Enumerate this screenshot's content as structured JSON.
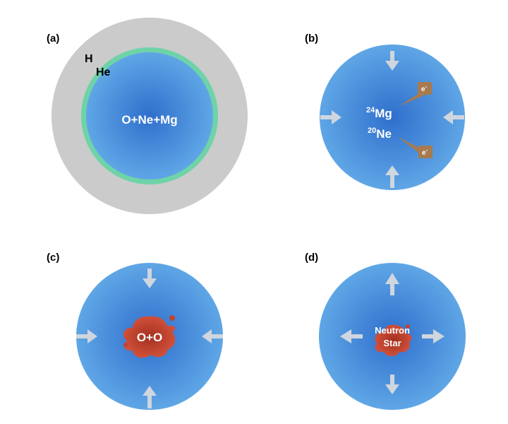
{
  "panels": {
    "a": {
      "label": "(a)",
      "outer_layer": "H",
      "inner_layer": "He",
      "core": "O+Ne+Mg"
    },
    "b": {
      "label": "(b)",
      "isotope1_mass": "24",
      "isotope1_symbol": "Mg",
      "isotope2_mass": "20",
      "isotope2_symbol": "Ne",
      "electron": "e",
      "electron_charge": "-"
    },
    "c": {
      "label": "(c)",
      "center": "O+O"
    },
    "d": {
      "label": "(d)",
      "center_line1": "Neutron",
      "center_line2": "Star"
    }
  },
  "colors": {
    "hydrogen_envelope": "#cbcbcb",
    "helium_shell": "#6fd3a8",
    "core_center": "#2f6fcc",
    "core_edge": "#5fa6e6",
    "arrow": "#cfd6de",
    "electron_box": "#a87a4f",
    "burning_red": "#c0432f"
  },
  "icons": [
    "inward-arrow-icon",
    "outward-arrow-icon",
    "electron-capture-icon",
    "flame-blob-icon"
  ]
}
